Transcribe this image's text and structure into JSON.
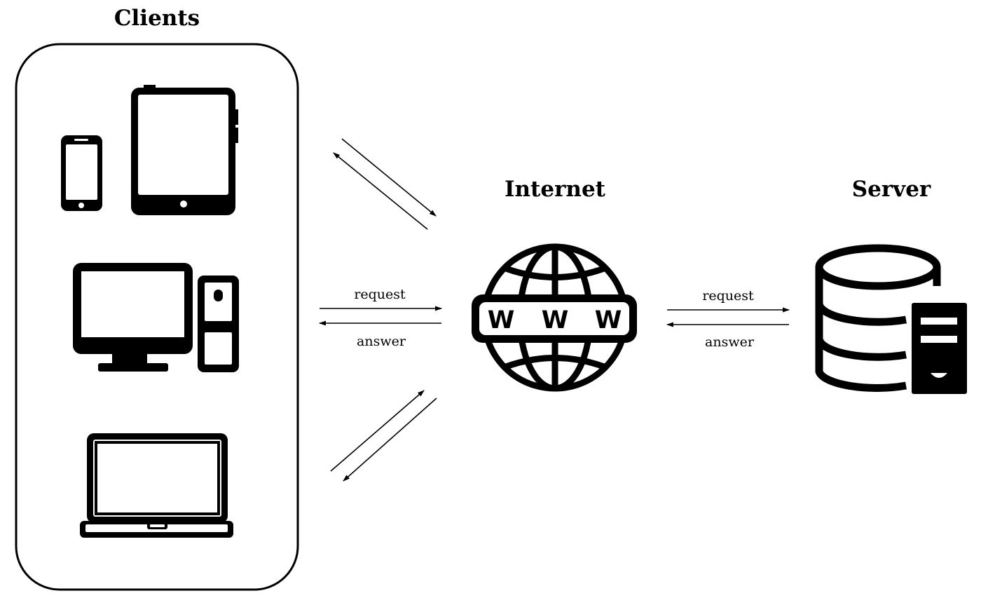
{
  "clients": {
    "title": "Clients",
    "devices": [
      "smartphone-icon",
      "tablet-icon",
      "desktop-icon",
      "laptop-icon"
    ]
  },
  "internet": {
    "title": "Internet",
    "globe_text": [
      "W",
      "W",
      "W"
    ],
    "icon": "globe-www-icon"
  },
  "server": {
    "title": "Server",
    "icon": "database-server-icon"
  },
  "links": {
    "client_internet": {
      "request": "request",
      "answer": "answer"
    },
    "internet_server": {
      "request": "request",
      "answer": "answer"
    }
  }
}
